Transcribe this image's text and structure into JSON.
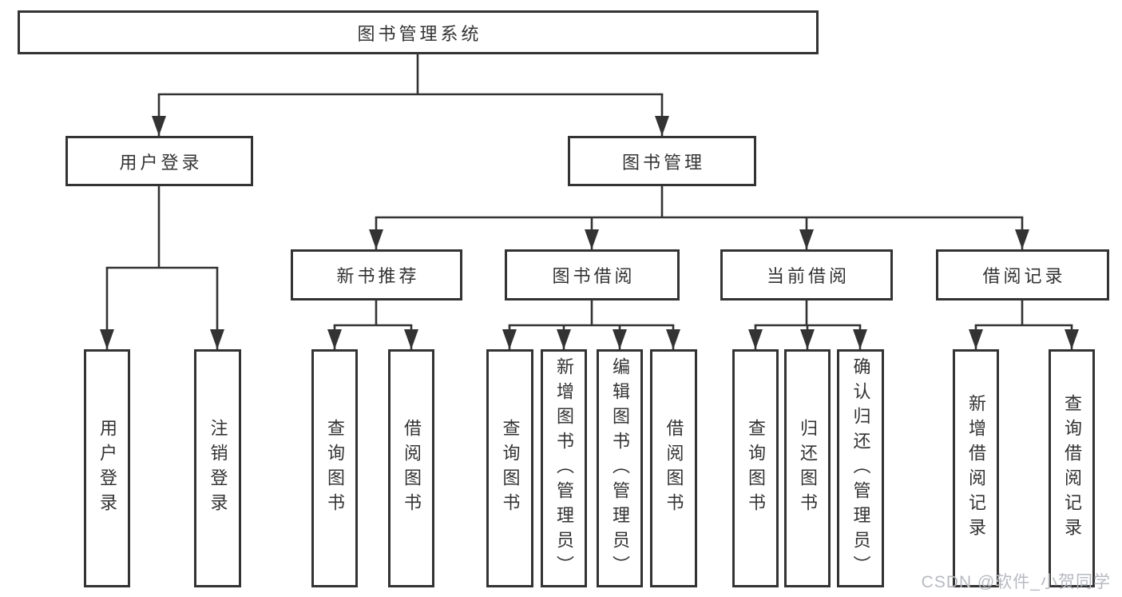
{
  "diagram": {
    "root": {
      "label": "图书管理系统"
    },
    "branches": [
      {
        "label": "用户登录",
        "children": [
          {
            "label": "用户登录"
          },
          {
            "label": "注销登录"
          }
        ]
      },
      {
        "label": "图书管理",
        "children": [
          {
            "label": "新书推荐",
            "children": [
              {
                "label": "查询图书"
              },
              {
                "label": "借阅图书"
              }
            ]
          },
          {
            "label": "图书借阅",
            "children": [
              {
                "label": "查询图书"
              },
              {
                "label": "新增图书（管理员）"
              },
              {
                "label": "编辑图书（管理员）"
              },
              {
                "label": "借阅图书"
              }
            ]
          },
          {
            "label": "当前借阅",
            "children": [
              {
                "label": "查询图书"
              },
              {
                "label": "归还图书"
              },
              {
                "label": "确认归还（管理员）"
              }
            ]
          },
          {
            "label": "借阅记录",
            "children": [
              {
                "label": "新增借阅记录"
              },
              {
                "label": "查询借阅记录"
              }
            ]
          }
        ]
      }
    ]
  },
  "colors": {
    "line": "#333333",
    "node_border": "#333333",
    "text": "#333333",
    "watermark": "#b7bac0"
  },
  "watermark": {
    "text": "CSDN @软件_小贺同学"
  }
}
